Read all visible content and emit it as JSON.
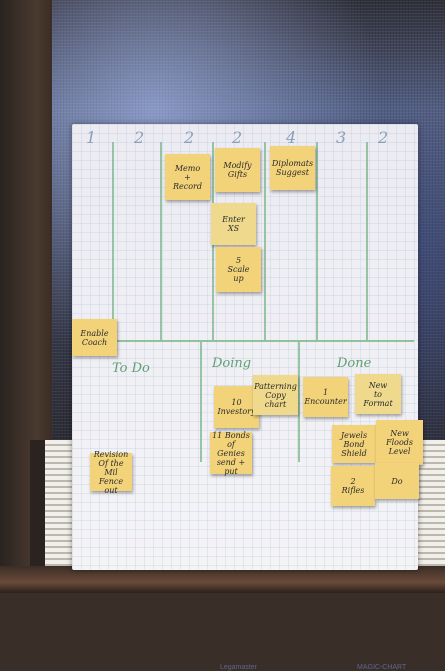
{
  "board": {
    "column_numbers": [
      "1",
      "2",
      "2",
      "2",
      "4",
      "3",
      "2"
    ],
    "sections": {
      "todo": "To Do",
      "doing": "Doing",
      "done": "Done"
    }
  },
  "notes": {
    "n1": "Memo\n+\nRecord",
    "n2": "Modify\nGifts",
    "n3": "Diplomats\nSuggest",
    "n4": "Enter\nXS",
    "n5": "5\nScale\nup",
    "n6": "Enable\nCoach",
    "n7": "10\nInvestory",
    "n8": "Patterning\nCopy\nchart",
    "n9": "1\nEncounter",
    "n10": "New\nto\nFormat",
    "n11": "11 Bonds\nof\nGenies\nsend + put",
    "n12": "Jewels\nBond Shield",
    "n13": "New\nFloods\nLevel",
    "n14": "Revision\nOf the Mil\nFence out",
    "n15": "2\nRifles",
    "n16": "Do"
  },
  "branding": {
    "left": "Legamaster",
    "right": "MAGIC-CHART"
  }
}
